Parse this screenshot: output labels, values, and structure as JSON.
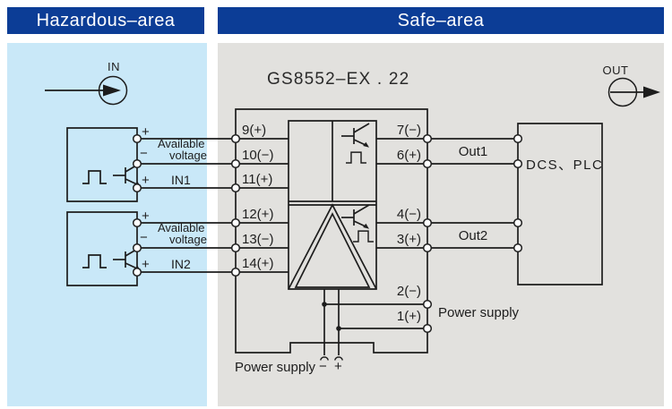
{
  "figure": {
    "model": "GS8552–EX . 22"
  },
  "headers": {
    "hazardous": "Hazardous–area",
    "safe": "Safe–area"
  },
  "io": {
    "in": "IN",
    "out": "OUT"
  },
  "inputs": [
    {
      "plus_top": "+",
      "avail_line1": "Available",
      "minus": "−",
      "avail_line2": "voltage",
      "plus_bot": "+",
      "name": "IN1"
    },
    {
      "plus_top": "+",
      "avail_line1": "Available",
      "minus": "−",
      "avail_line2": "voltage",
      "plus_bot": "+",
      "name": "IN2"
    }
  ],
  "terminals": {
    "left": [
      "9(+)",
      "10(−)",
      "11(+)",
      "12(+)",
      "13(−)",
      "14(+)"
    ],
    "right": [
      "7(−)",
      "6(+)",
      "4(−)",
      "3(+)",
      "2(−)",
      "1(+)"
    ]
  },
  "outputs": {
    "out1": "Out1",
    "out2": "Out2"
  },
  "receiver": {
    "label": "DCS、PLC"
  },
  "power": {
    "side_label": "Power supply",
    "bottom_label": "Power supply",
    "minus": "−",
    "plus": "+"
  },
  "colors": {
    "header_blue": "#0c3d96",
    "hazard_bg": "#c9e8f8",
    "safe_bg": "#e2e1de",
    "line": "#1d1d1d",
    "text": "#1d1d1d"
  }
}
